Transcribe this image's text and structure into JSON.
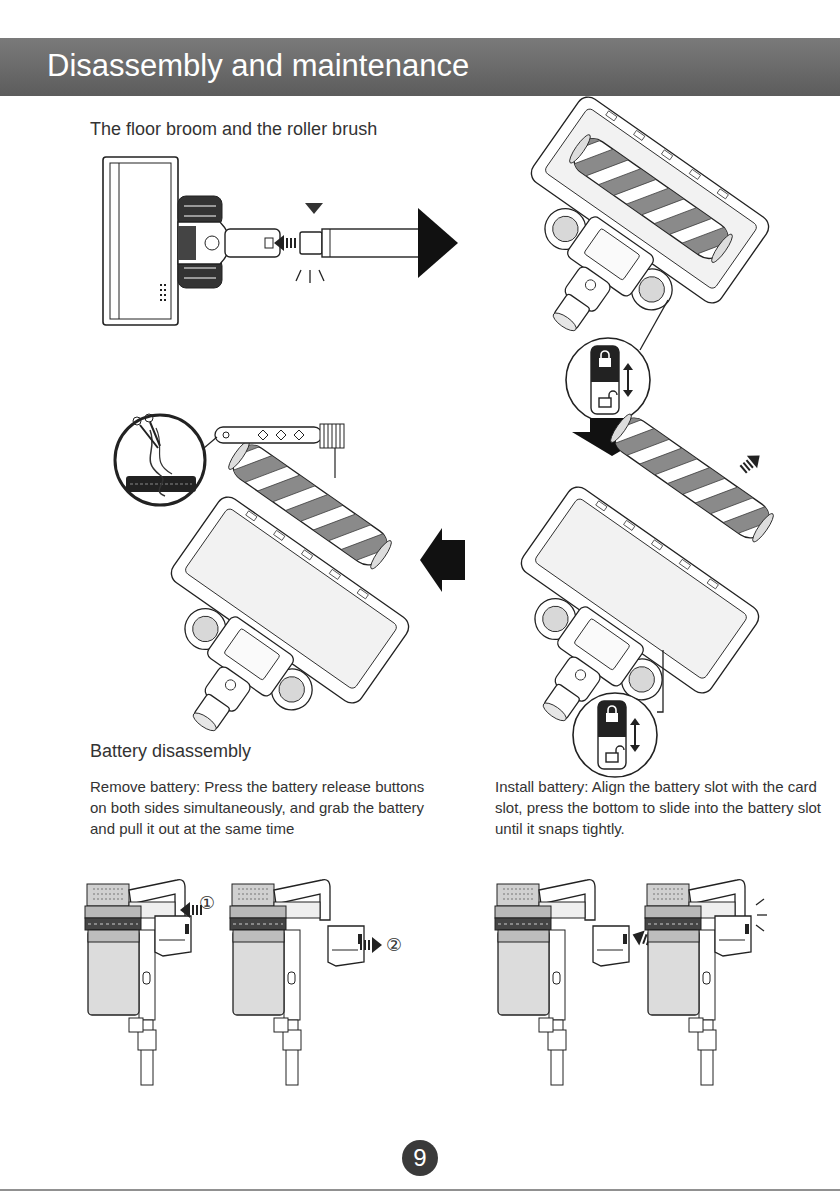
{
  "diagram": {
    "title": "Disassembly and maintenance",
    "nodes": [
      {
        "text": [
          "9"
        ]
      }
    ],
    "labels": [
      "The floor broom and the roller brush",
      "Battery disassembly",
      "Remove battery: Press the battery release buttons on both sides simultaneously, and grab the battery and pull it out at the same time",
      "Install battery: Align the battery slot with the card slot, press the bottom to slide into the battery slot until it snaps tightly.",
      "①",
      "②"
    ]
  }
}
